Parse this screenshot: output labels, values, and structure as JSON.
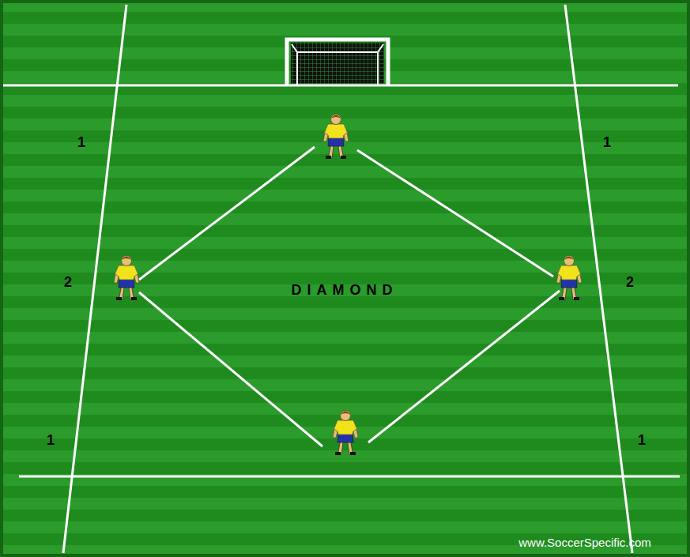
{
  "diagram": {
    "labels": [
      "1",
      "1",
      "2",
      "DIAMOND",
      "2",
      "1",
      "1",
      "www.SoccerSpecific.com"
    ]
  }
}
